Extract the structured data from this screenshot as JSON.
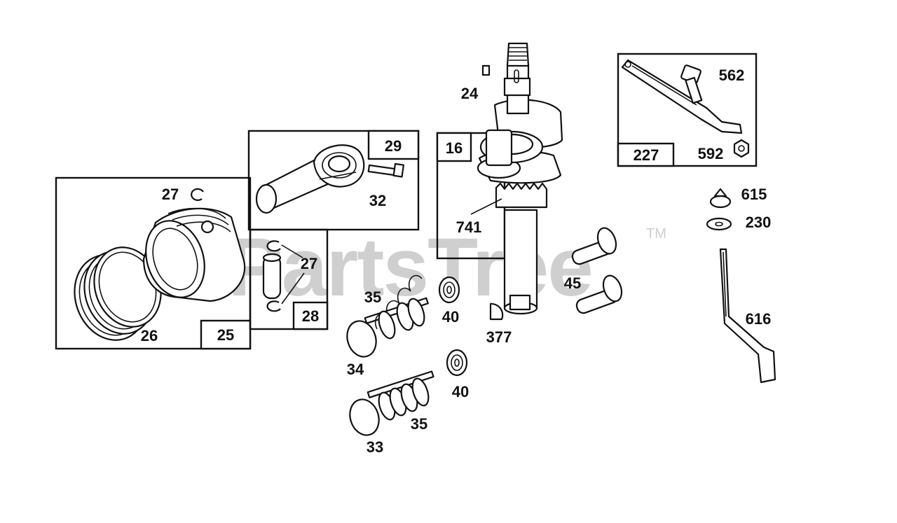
{
  "watermark": {
    "text": "PartsTree",
    "trademark": "TM",
    "color": "#cfcfcf"
  },
  "boxes": [
    {
      "id": "25",
      "label": "25"
    },
    {
      "id": "28",
      "label": "28"
    },
    {
      "id": "29",
      "label": "29"
    },
    {
      "id": "16",
      "label": "16"
    },
    {
      "id": "227",
      "label": "227"
    }
  ],
  "callouts": {
    "p27a": "27",
    "p26": "26",
    "p27b": "27",
    "p32": "32",
    "p24": "24",
    "p741": "741",
    "p562": "562",
    "p592": "592",
    "p615": "615",
    "p230": "230",
    "p45": "45",
    "p35a": "35",
    "p40a": "40",
    "p377": "377",
    "p34": "34",
    "p40b": "40",
    "p35b": "35",
    "p33": "33",
    "p616": "616"
  }
}
